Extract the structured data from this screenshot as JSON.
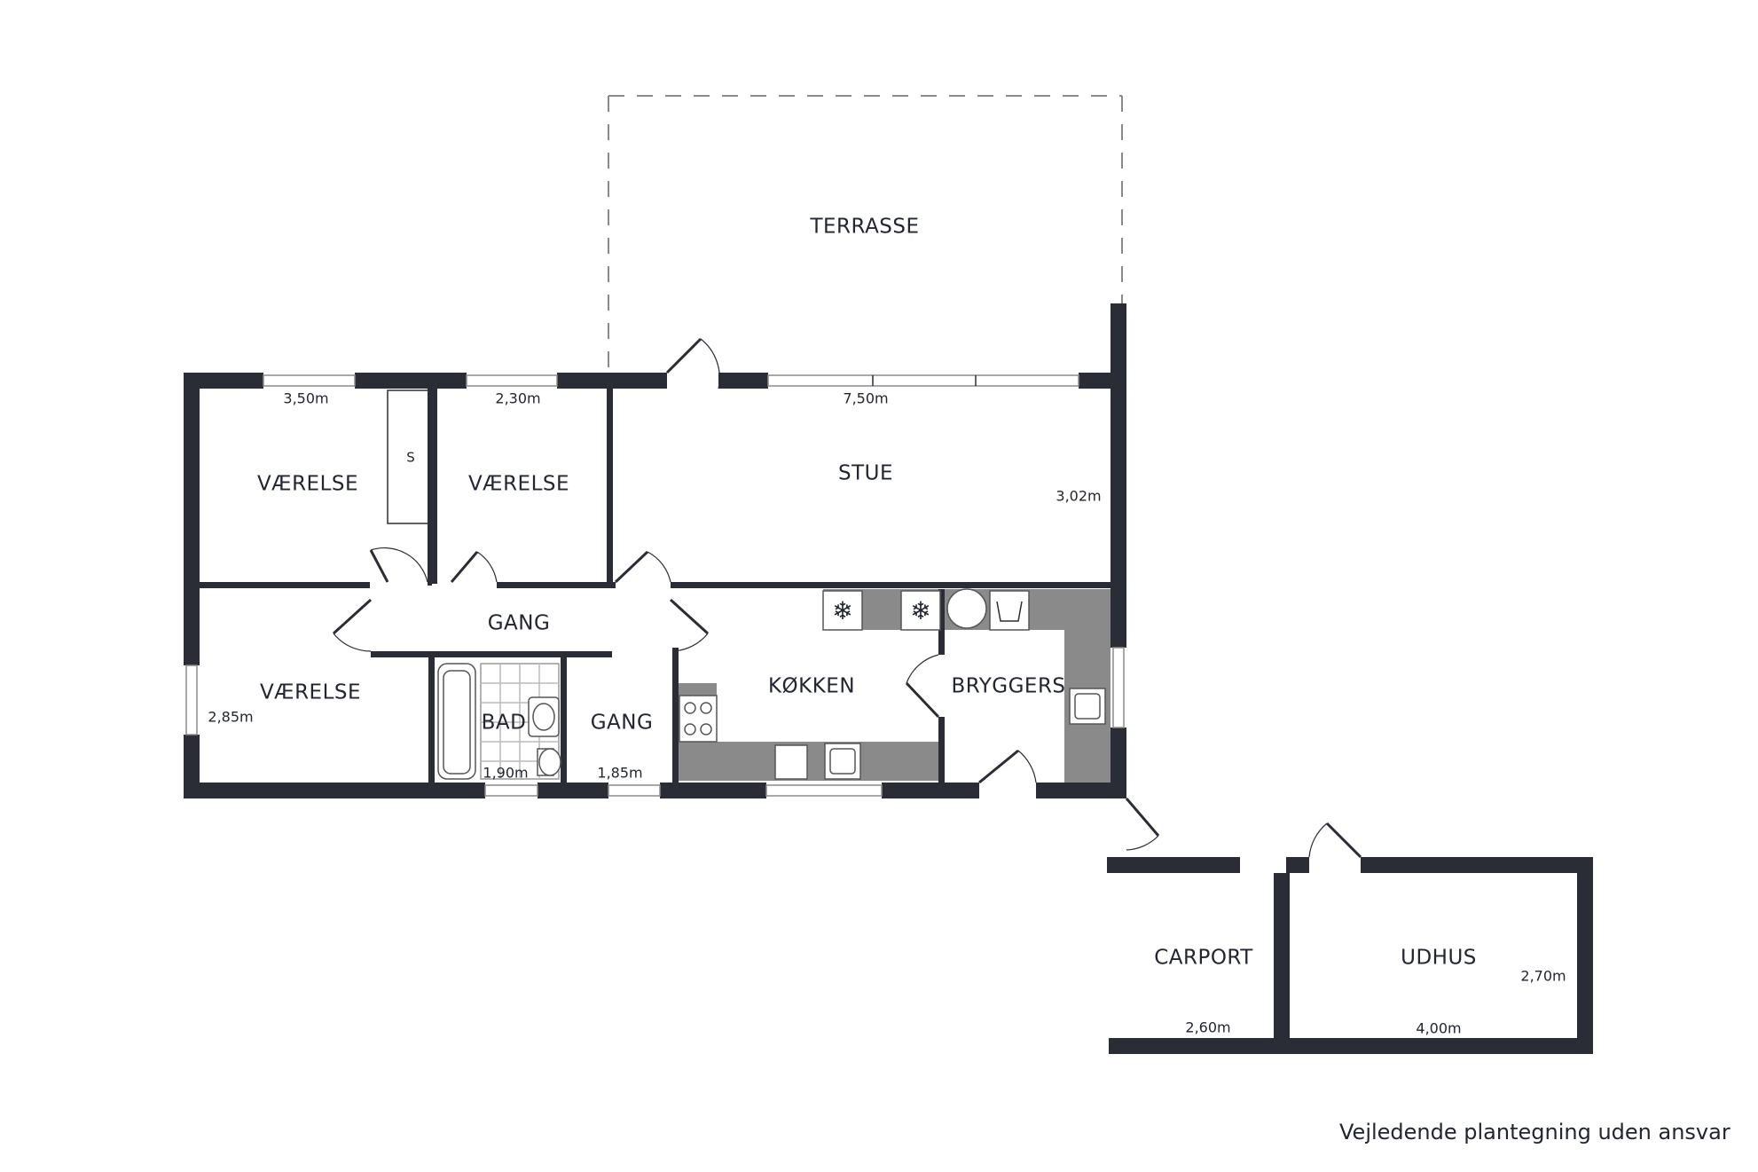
{
  "rooms": {
    "terrasse": "TERRASSE",
    "vaerelse_1": "VÆRELSE",
    "vaerelse_2": "VÆRELSE",
    "vaerelse_3": "VÆRELSE",
    "stue": "STUE",
    "gang_1": "GANG",
    "gang_2": "GANG",
    "bad": "BAD",
    "koekken": "KØKKEN",
    "bryggers": "BRYGGERS",
    "carport": "CARPORT",
    "udhus": "UDHUS",
    "closet": "S"
  },
  "dimensions": {
    "vaerelse_1_width": "3,50m",
    "vaerelse_2_width": "2,30m",
    "stue_width": "7,50m",
    "stue_depth": "3,02m",
    "vaerelse_3_depth": "2,85m",
    "bad_width": "1,90m",
    "gang_2_width": "1,85m",
    "carport_width": "2,60m",
    "udhus_width": "4,00m",
    "udhus_depth": "2,70m"
  },
  "disclaimer": "Vejledende plantegning uden ansvar",
  "colors": {
    "wall": "#2b2d36",
    "counter": "#8a8a8a",
    "terrace_outline": "#8a8a8a"
  }
}
